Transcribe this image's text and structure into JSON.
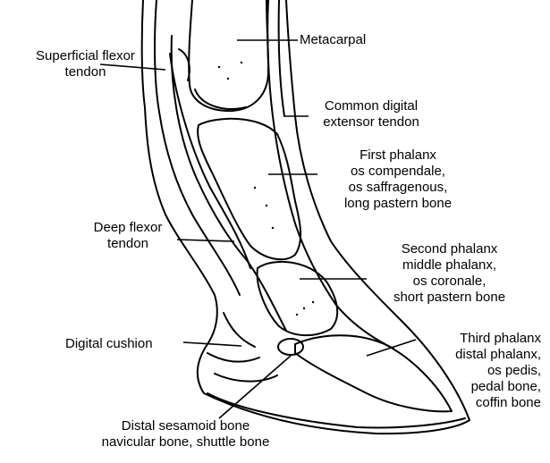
{
  "labels": {
    "metacarpal": [
      "Metacarpal"
    ],
    "superficial_flexor": [
      "Superficial flexor",
      "tendon"
    ],
    "common_digital_extensor": [
      "Common digital",
      "extensor tendon"
    ],
    "first_phalanx": [
      "First phalanx",
      "os compendale,",
      "os saffragenous,",
      "long pastern bone"
    ],
    "deep_flexor": [
      "Deep flexor",
      "tendon"
    ],
    "second_phalanx": [
      "Second phalanx",
      "middle phalanx,",
      "os coronale,",
      "short pastern bone"
    ],
    "digital_cushion": [
      "Digital cushion"
    ],
    "third_phalanx": [
      "Third phalanx",
      "distal phalanx,",
      "os pedis,",
      "pedal bone,",
      "coffin bone"
    ],
    "distal_sesamoid": [
      "Distal sesamoid bone",
      "navicular bone, shuttle bone"
    ]
  },
  "colors": {
    "ink": "#000000",
    "paper": "#ffffff"
  }
}
